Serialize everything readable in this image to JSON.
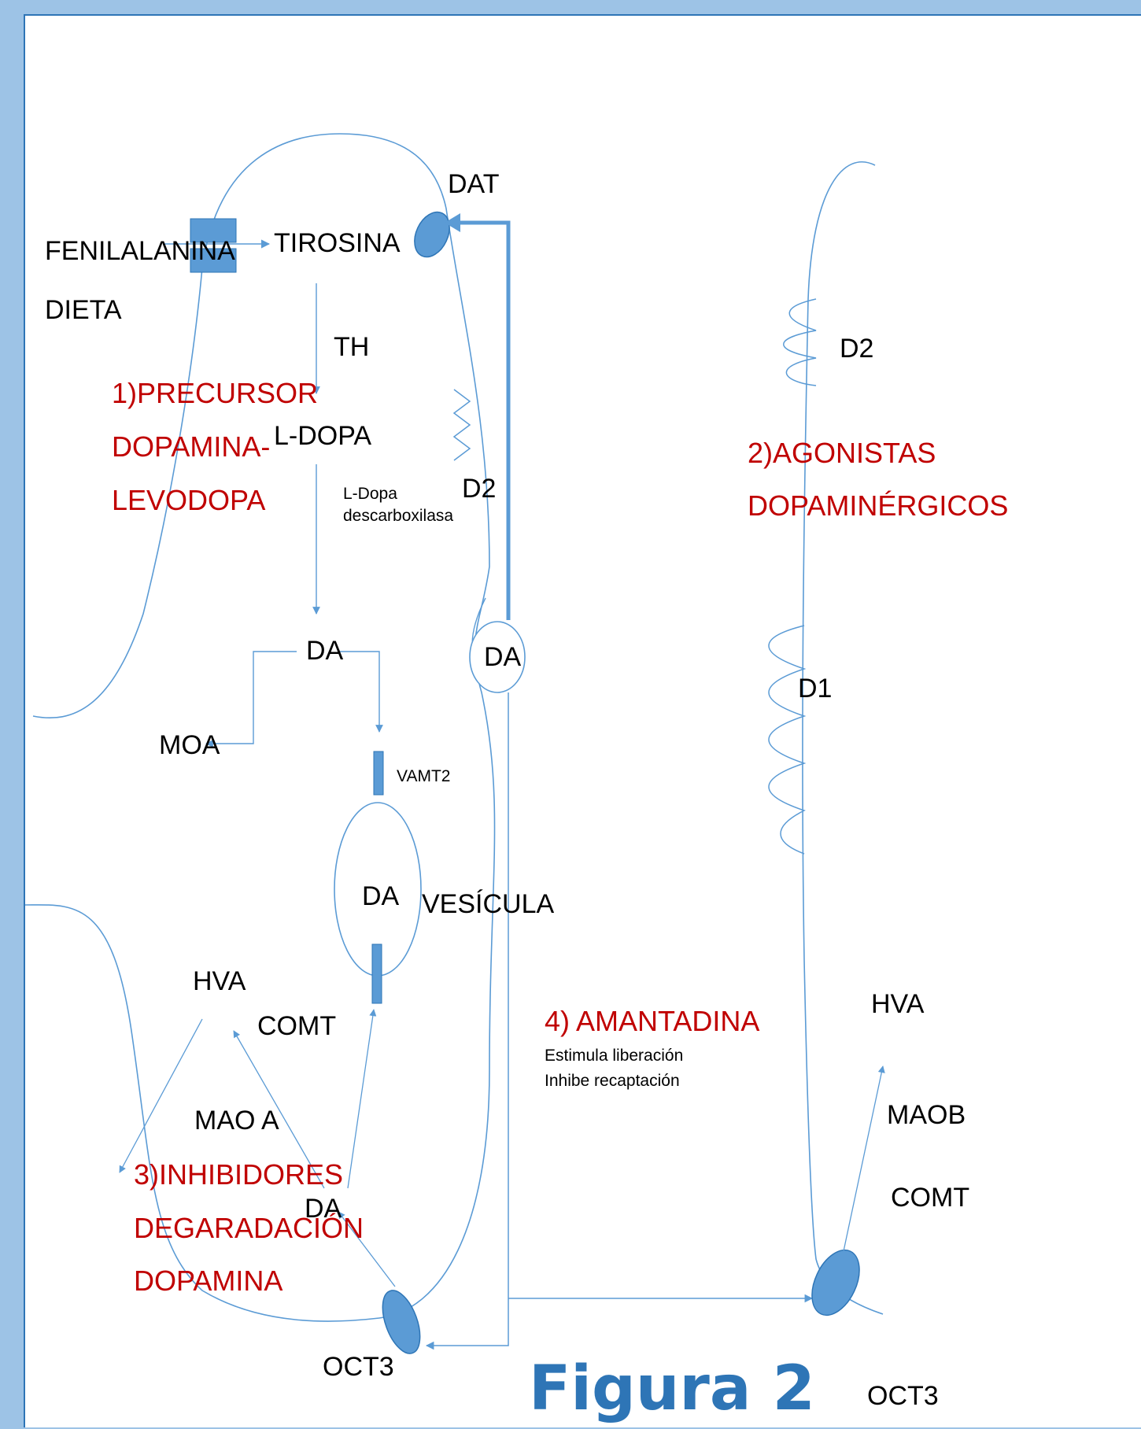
{
  "colors": {
    "background": "#9dc3e6",
    "panel": "#ffffff",
    "line": "#5b9bd5",
    "shape_fill": "#5b9bd5",
    "shape_stroke": "#2e75b6",
    "text": "#000000",
    "highlight_text": "#c00000",
    "title": "#2e75b6"
  },
  "labels": {
    "fenilalanina": "FENILALANINA",
    "dieta": "DIETA",
    "tirosina": "TIROSINA",
    "th": "TH",
    "ldopa": "L-DOPA",
    "ldopa_enzyme_1": "L-Dopa",
    "ldopa_enzyme_2": "descarboxilasa",
    "da_cyto": "DA",
    "moa": "MOA",
    "vamt2": "VAMT2",
    "da_vesicle": "DA",
    "vesicula": "VESÍCULA",
    "dat": "DAT",
    "d2_pre": "D2",
    "da_synapse": "DA",
    "hva_left": "HVA",
    "comt_left": "COMT",
    "mao_a": "MAO A",
    "da_lower": "DA",
    "oct3_left": "OCT3",
    "d2_post": "D2",
    "d1_post": "D1",
    "hva_right": "HVA",
    "maob": "MAOB",
    "comt_right": "COMT",
    "oct3_right": "OCT3"
  },
  "highlights": {
    "precursor": [
      "1)PRECURSOR",
      "DOPAMINA-",
      "LEVODOPA"
    ],
    "agonistas": [
      "2)AGONISTAS",
      "DOPAMINÉRGICOS"
    ],
    "inhibidores": [
      "3)INHIBIDORES",
      "DEGARADACIÓN",
      "DOPAMINA"
    ],
    "amantadina_title": "4) AMANTADINA",
    "amantadina_notes": [
      "Estimula liberación",
      "Inhibe recaptación"
    ]
  },
  "figure_title": "Figura 2"
}
